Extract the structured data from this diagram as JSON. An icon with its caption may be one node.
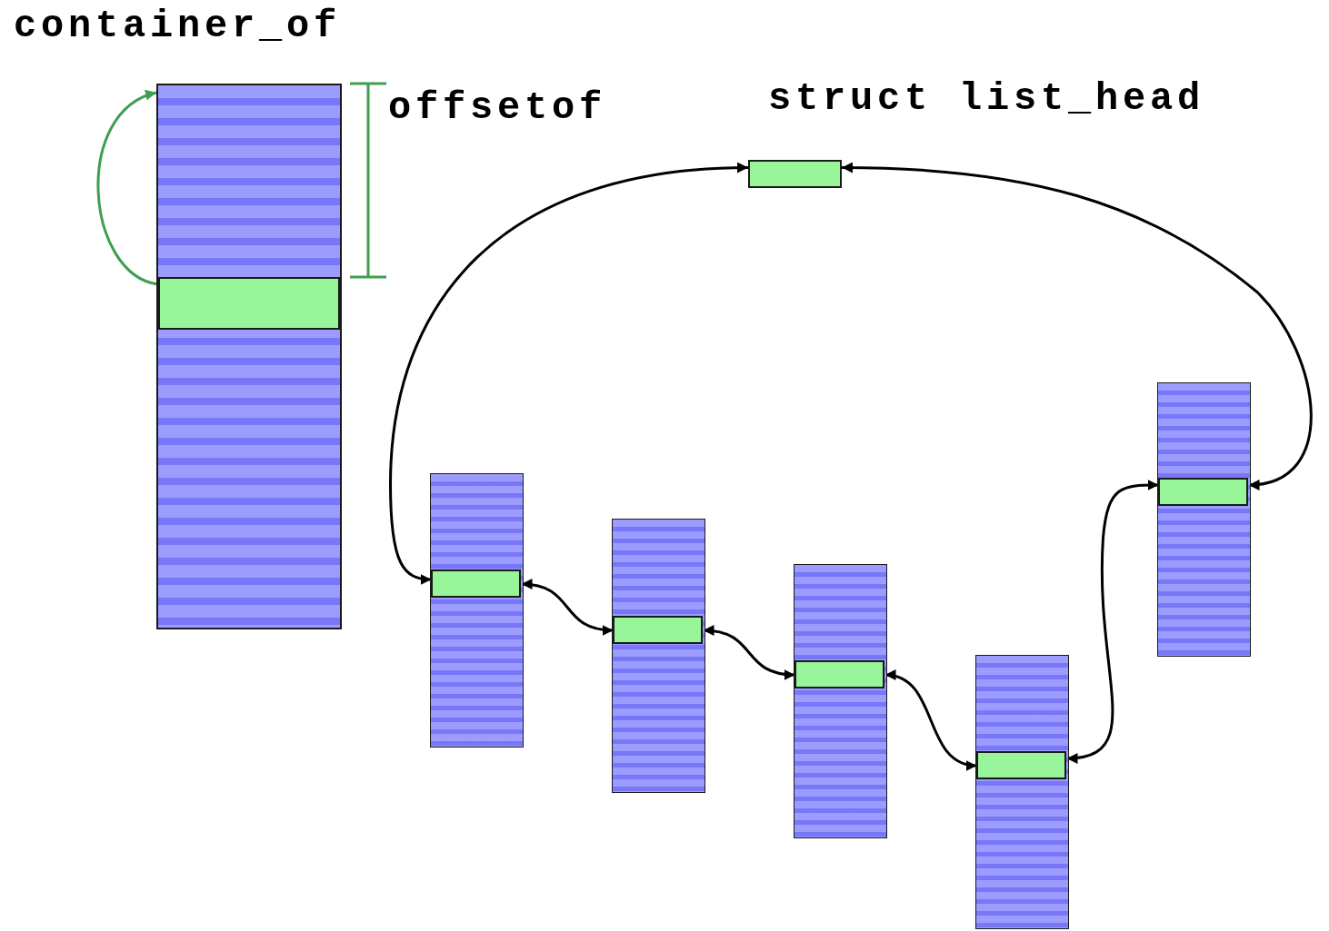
{
  "diagram": {
    "nodes": [
      {
        "text": [],
        "shape": "box"
      },
      {
        "text": [],
        "shape": "box",
        "in": 0
      },
      {
        "text": [],
        "shape": "box"
      },
      {
        "text": [],
        "shape": "box"
      },
      {
        "text": [],
        "shape": "box",
        "in": 3
      },
      {
        "text": [],
        "shape": "box"
      },
      {
        "text": [],
        "shape": "box",
        "in": 5
      },
      {
        "text": [],
        "shape": "box"
      },
      {
        "text": [],
        "shape": "box",
        "in": 7
      },
      {
        "text": [],
        "shape": "box"
      },
      {
        "text": [],
        "shape": "box",
        "in": 9
      },
      {
        "text": [],
        "shape": "box"
      },
      {
        "text": [],
        "shape": "box",
        "in": 11
      }
    ],
    "edges": [
      {
        "from": 1,
        "to": 0,
        "arrow": "to",
        "color": "#3f9f4f"
      },
      {
        "from": 2,
        "to": 4,
        "arrow": "both"
      },
      {
        "from": 4,
        "to": 6,
        "arrow": "both"
      },
      {
        "from": 6,
        "to": 8,
        "arrow": "both"
      },
      {
        "from": 8,
        "to": 10,
        "arrow": "both"
      },
      {
        "from": 10,
        "to": 12,
        "arrow": "both"
      },
      {
        "from": 12,
        "to": 2,
        "arrow": "both"
      }
    ],
    "labels": [
      "container_of",
      "offsetof",
      "struct list_head"
    ]
  }
}
